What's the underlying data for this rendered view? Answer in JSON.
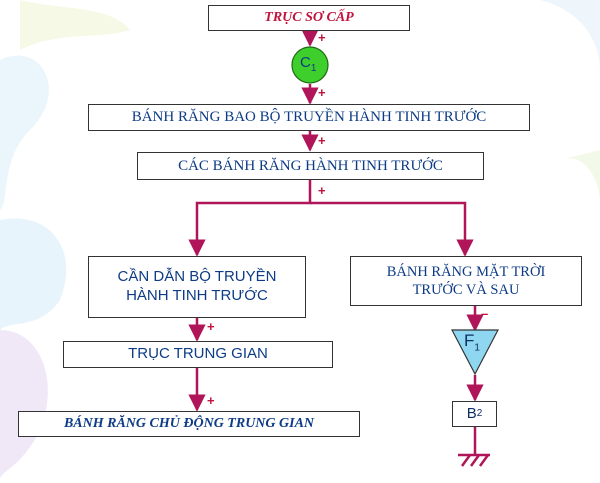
{
  "top_box": "TRỤC SƠ CẤP",
  "clutch": {
    "letter": "C",
    "sub": "1"
  },
  "ring_gear": "BÁNH RĂNG BAO BỘ TRUYỀN HÀNH TINH TRƯỚC",
  "planet_gears": "CÁC BÁNH RĂNG HÀNH TINH TRƯỚC",
  "carrier": {
    "line1": "CẦN DẪN BỘ TRUYỀN",
    "line2": "HÀNH TINH TRƯỚC"
  },
  "sun_gear": {
    "line1": "BÁNH RĂNG MẶT TRỜI",
    "line2": "TRƯỚC VÀ SAU"
  },
  "intermediate_shaft": "TRỤC TRUNG GIAN",
  "intermediate_drive_gear": "BÁNH RĂNG CHỦ ĐỘNG TRUNG GIAN",
  "one_way_clutch": {
    "letter": "F",
    "sub": "1"
  },
  "brake": {
    "letter": "B",
    "sub": "2"
  },
  "signs": {
    "plus": "+",
    "minus": "–"
  },
  "colors": {
    "arrow": "#b0155a",
    "text": "#0d3b86",
    "red_text": "#c0143c",
    "clutch_fill": "#3ecf2c",
    "triangle_fill": "#8fd7f0"
  }
}
